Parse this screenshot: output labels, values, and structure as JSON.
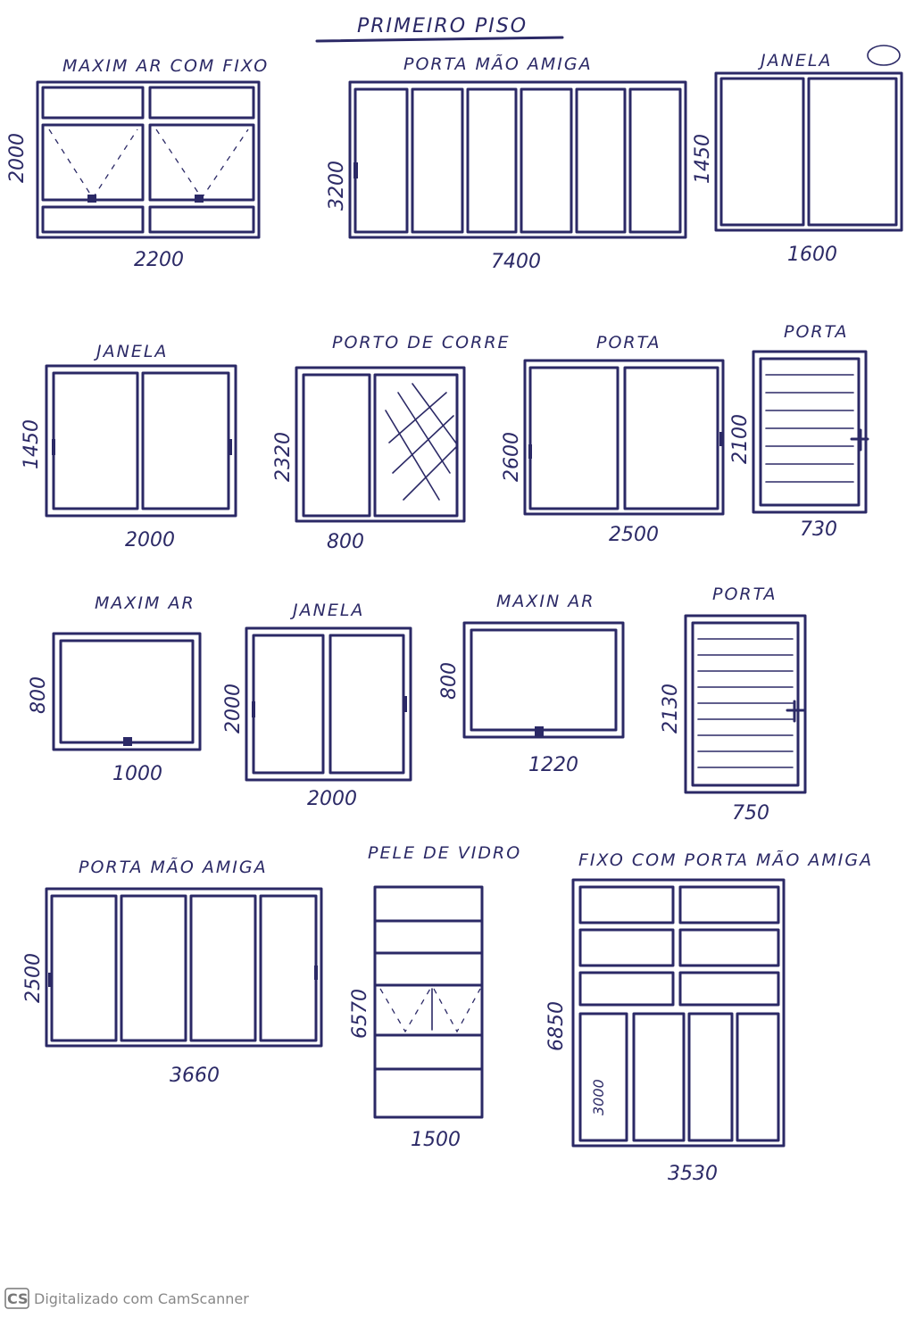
{
  "sheet": {
    "title": "PRIMEIRO PISO",
    "footer": "Digitalizado com CamScanner",
    "footer_logo": "CS",
    "ink_color": "#2b2966"
  },
  "items": {
    "maxim_fixo": {
      "label": "MAXIM AR COM FIXO",
      "height": "2000",
      "width": "2200"
    },
    "porta_mao_amiga_1": {
      "label": "PORTA MÃO AMIGA",
      "height": "3200",
      "width": "7400"
    },
    "janela_1": {
      "label": "JANELA",
      "height": "1450",
      "width": "1600"
    },
    "janela_2": {
      "label": "JANELA",
      "height": "1450",
      "width": "2000"
    },
    "porto_correr": {
      "label": "PORTO DE CORRE",
      "height": "2320",
      "width": "800"
    },
    "porta_1": {
      "label": "PORTA",
      "height": "2600",
      "width": "2500"
    },
    "porta_2": {
      "label": "PORTA",
      "height": "2100",
      "width": "730"
    },
    "maxim_1": {
      "label": "MAXIM AR",
      "height": "800",
      "width": "1000"
    },
    "janela_3": {
      "label": "JANELA",
      "height": "2000",
      "width": "2000"
    },
    "maxim_2": {
      "label": "MAXIN AR",
      "height": "800",
      "width": "1220"
    },
    "porta_3": {
      "label": "PORTA",
      "height": "2130",
      "width": "750"
    },
    "porta_mao_amiga_2": {
      "label": "PORTA MÃO AMIGA",
      "height": "2500",
      "width": "3660"
    },
    "pele_vidro": {
      "label": "PELE DE VIDRO",
      "height": "6570",
      "width": "1500"
    },
    "fixo_porta": {
      "label": "FIXO COM PORTA MÃO AMIGA",
      "height": "6850",
      "width": "3530",
      "inner_height": "3000"
    }
  }
}
